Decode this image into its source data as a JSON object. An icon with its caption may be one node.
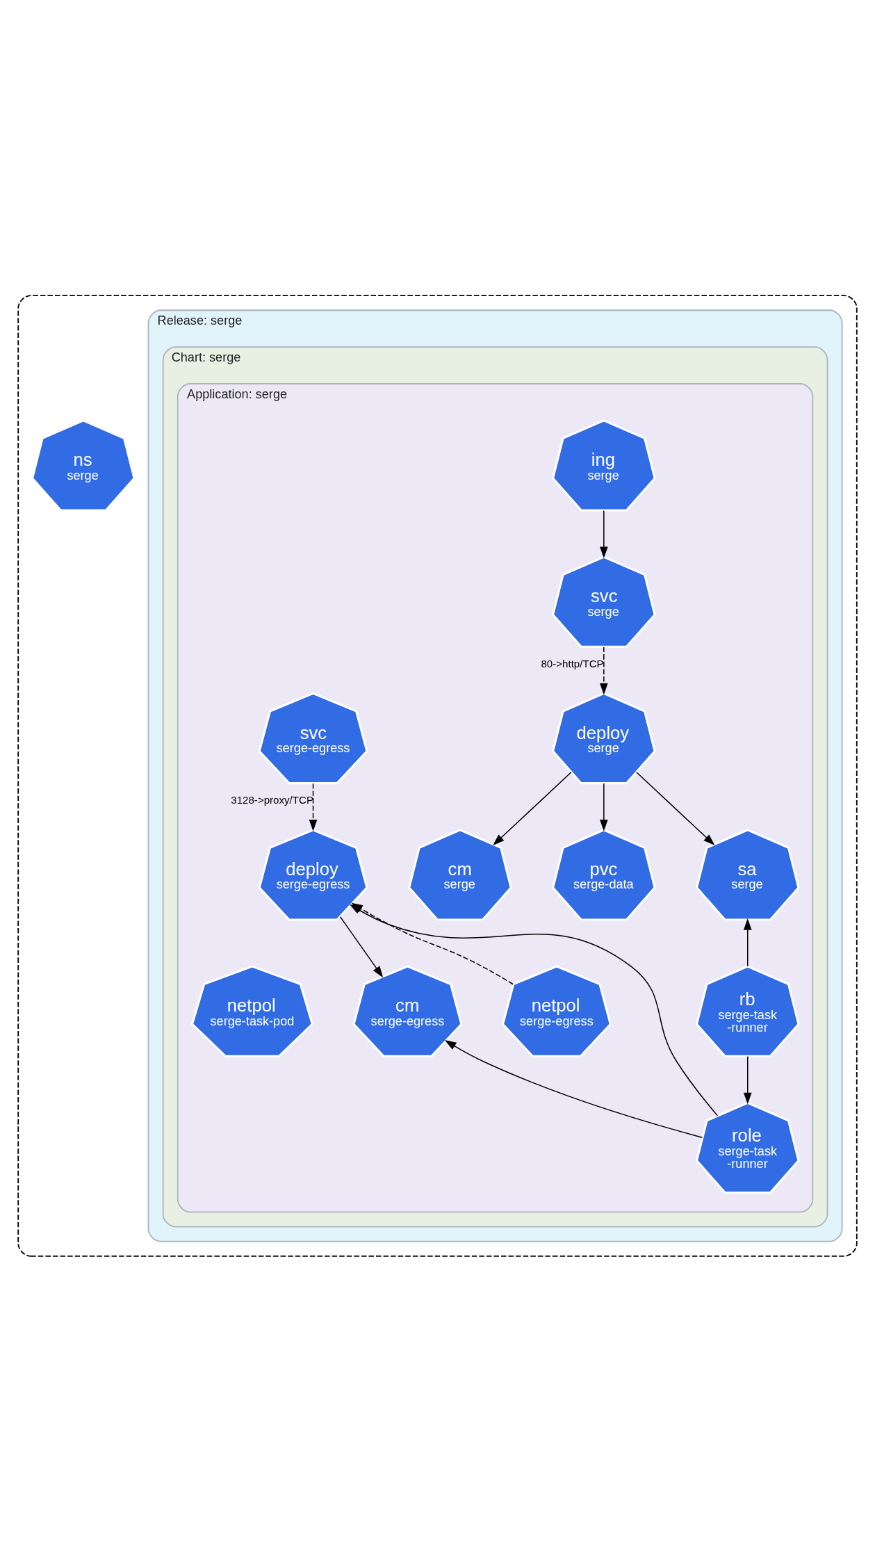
{
  "diagram": {
    "nodes": [
      {
        "text": [],
        "shape": "box"
      },
      {
        "text": [
          "ns",
          "serge"
        ],
        "in": 0
      },
      {
        "text": [
          "Release: serge"
        ],
        "in": 0
      },
      {
        "text": [
          "Chart: serge"
        ],
        "in": 2
      },
      {
        "text": [
          "Application: serge"
        ],
        "in": 3
      },
      {
        "text": [
          "ing",
          "serge"
        ],
        "in": 4
      },
      {
        "text": [
          "svc",
          "serge"
        ],
        "in": 4
      },
      {
        "text": [
          "svc",
          "serge-egress"
        ],
        "in": 4
      },
      {
        "text": [
          "deploy",
          "serge"
        ],
        "in": 4
      },
      {
        "text": [
          "deploy",
          "serge-egress"
        ],
        "in": 4
      },
      {
        "text": [
          "cm",
          "serge"
        ],
        "in": 4
      },
      {
        "text": [
          "pvc",
          "serge-data"
        ],
        "in": 4
      },
      {
        "text": [
          "sa",
          "serge"
        ],
        "in": 4
      },
      {
        "text": [
          "cm",
          "serge-egress"
        ],
        "in": 4
      },
      {
        "text": [
          "netpol",
          "serge-egress"
        ],
        "in": 4
      },
      {
        "text": [
          "netpol",
          "serge-task-pod"
        ],
        "in": 4
      },
      {
        "text": [
          "rb",
          "serge-task -runner"
        ],
        "in": 4
      },
      {
        "text": [
          "role",
          "serge-task -runner"
        ],
        "in": 4
      }
    ],
    "edges": [
      {
        "from": 5,
        "to": 6,
        "arrow": "to"
      },
      {
        "from": 6,
        "to": 8,
        "arrow": "to",
        "style": "dashed",
        "label": "80->http/TCP"
      },
      {
        "from": 8,
        "to": 10,
        "arrow": "to"
      },
      {
        "from": 8,
        "to": 11,
        "arrow": "to"
      },
      {
        "from": 8,
        "to": 12,
        "arrow": "to"
      },
      {
        "from": 7,
        "to": 9,
        "arrow": "to",
        "style": "dashed",
        "label": "3128->proxy/TCP"
      },
      {
        "from": 9,
        "to": 13,
        "arrow": "to"
      },
      {
        "from": 14,
        "to": 9,
        "arrow": "to",
        "style": "dashed"
      },
      {
        "from": 17,
        "to": 9,
        "arrow": "to"
      },
      {
        "from": 17,
        "to": 13,
        "arrow": "to"
      },
      {
        "from": 16,
        "to": 12,
        "arrow": "to"
      },
      {
        "from": 16,
        "to": 17,
        "arrow": "to"
      }
    ]
  }
}
